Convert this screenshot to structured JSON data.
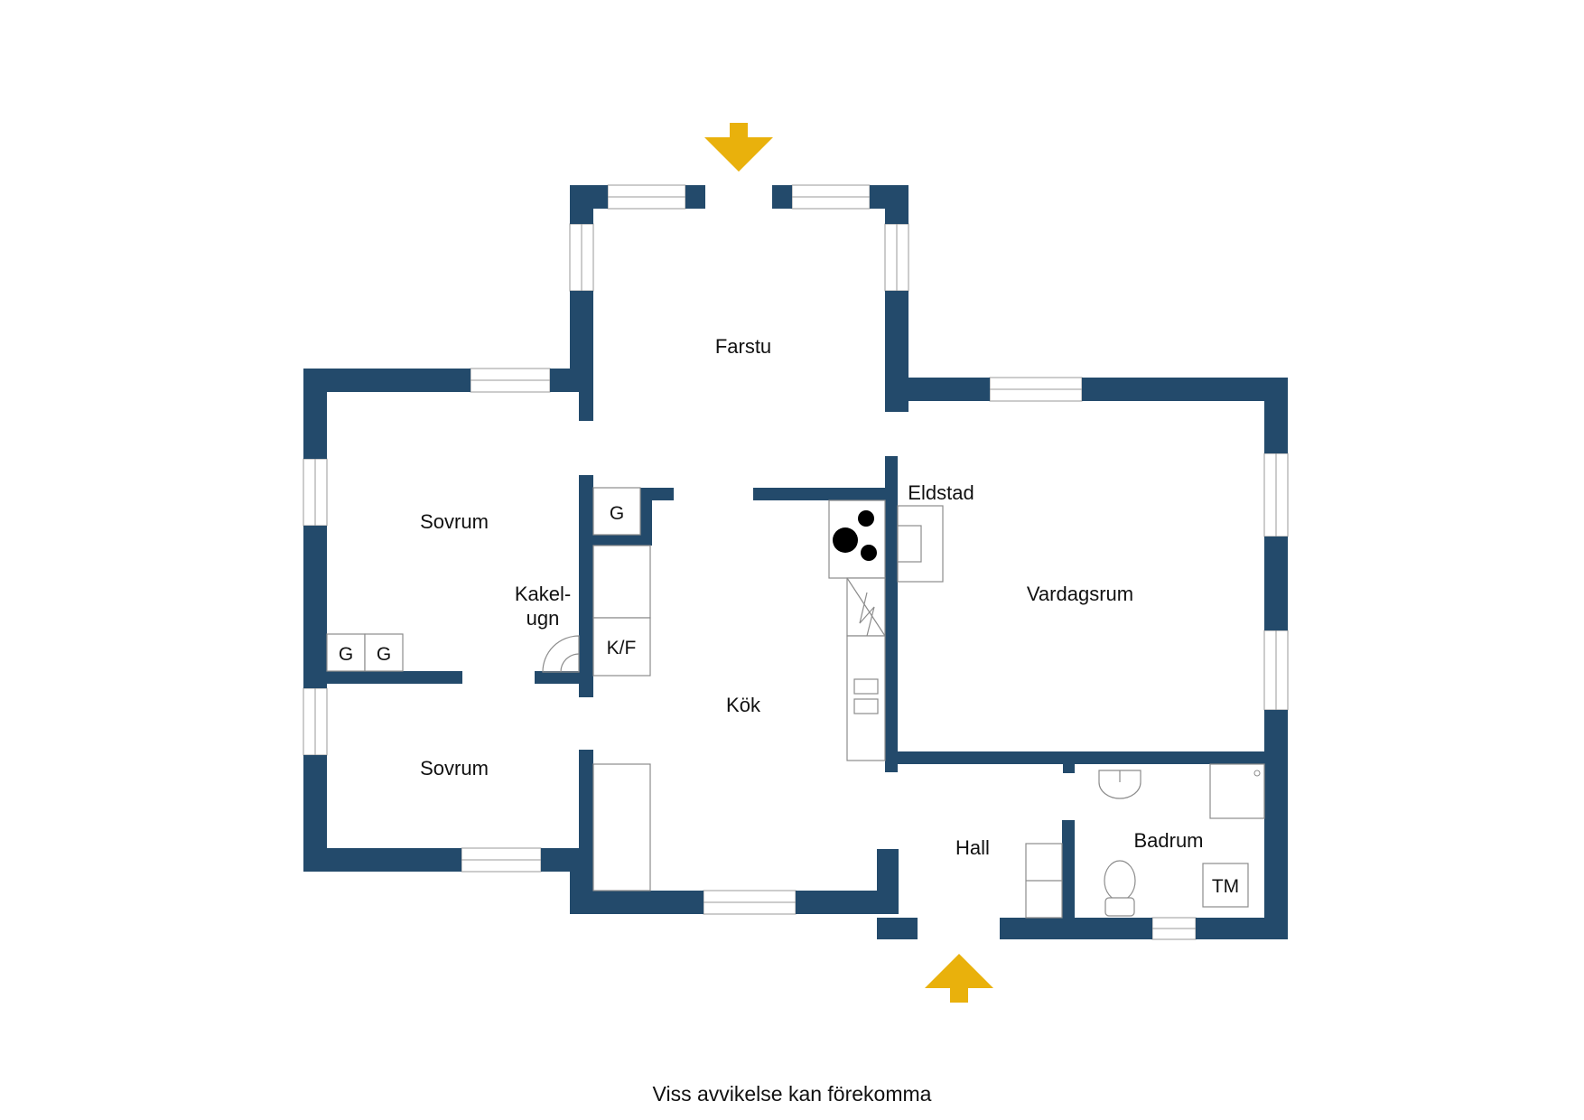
{
  "rooms": {
    "farstu": "Farstu",
    "sovrum_upper": "Sovrum",
    "sovrum_lower": "Sovrum",
    "kok": "Kök",
    "vardagsrum": "Vardagsrum",
    "eldstad": "Eldstad",
    "hall": "Hall",
    "badrum": "Badrum",
    "kakelugn_line1": "Kakel-",
    "kakelugn_line2": "ugn"
  },
  "fixtures": {
    "wardrobe_1": "G",
    "wardrobe_2": "G",
    "wardrobe_3": "G",
    "fridge_freezer": "K/F",
    "washer": "TM"
  },
  "footer": "Viss avvikelse kan förekomma",
  "colors": {
    "wall": "#234a6b",
    "entrance_arrow": "#e9b10c"
  },
  "icons": {
    "entrance_top": "arrow-down-icon",
    "entrance_bottom": "arrow-up-icon"
  }
}
